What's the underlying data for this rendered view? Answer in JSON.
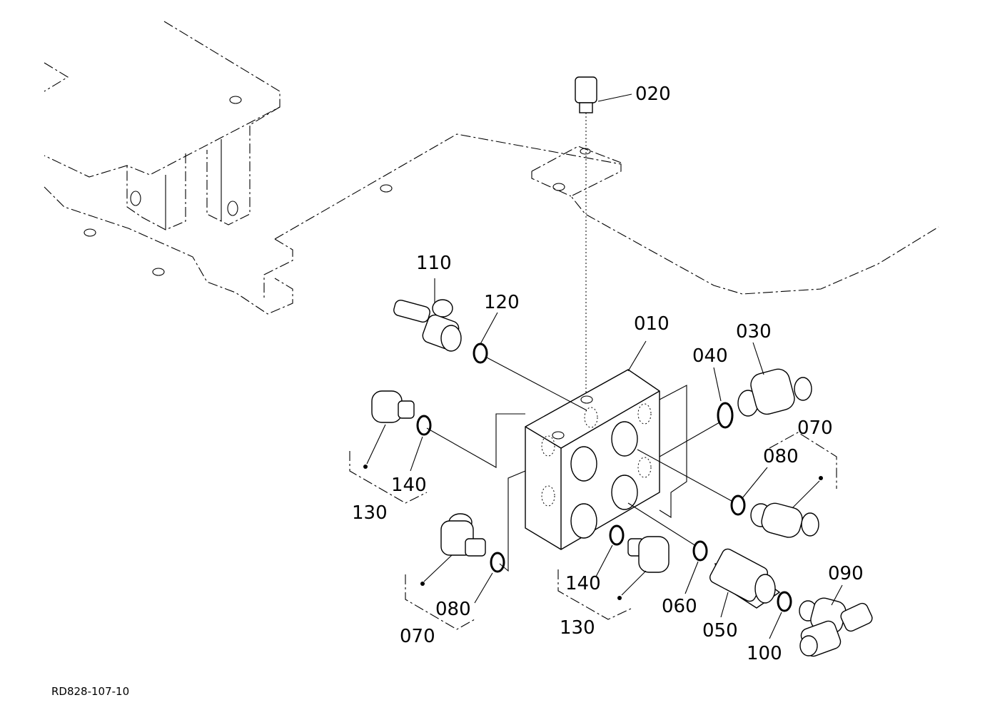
{
  "labels": {
    "p010": "010",
    "p020": "020",
    "p030": "030",
    "p040": "040",
    "p050": "050",
    "p060": "060",
    "p070a": "070",
    "p070b": "070",
    "p080a": "080",
    "p080b": "080",
    "p090": "090",
    "p100": "100",
    "p110": "110",
    "p120": "120",
    "p130a": "130",
    "p130b": "130",
    "p140a": "140",
    "p140b": "140"
  },
  "drawing_code": "RD828-107-10"
}
